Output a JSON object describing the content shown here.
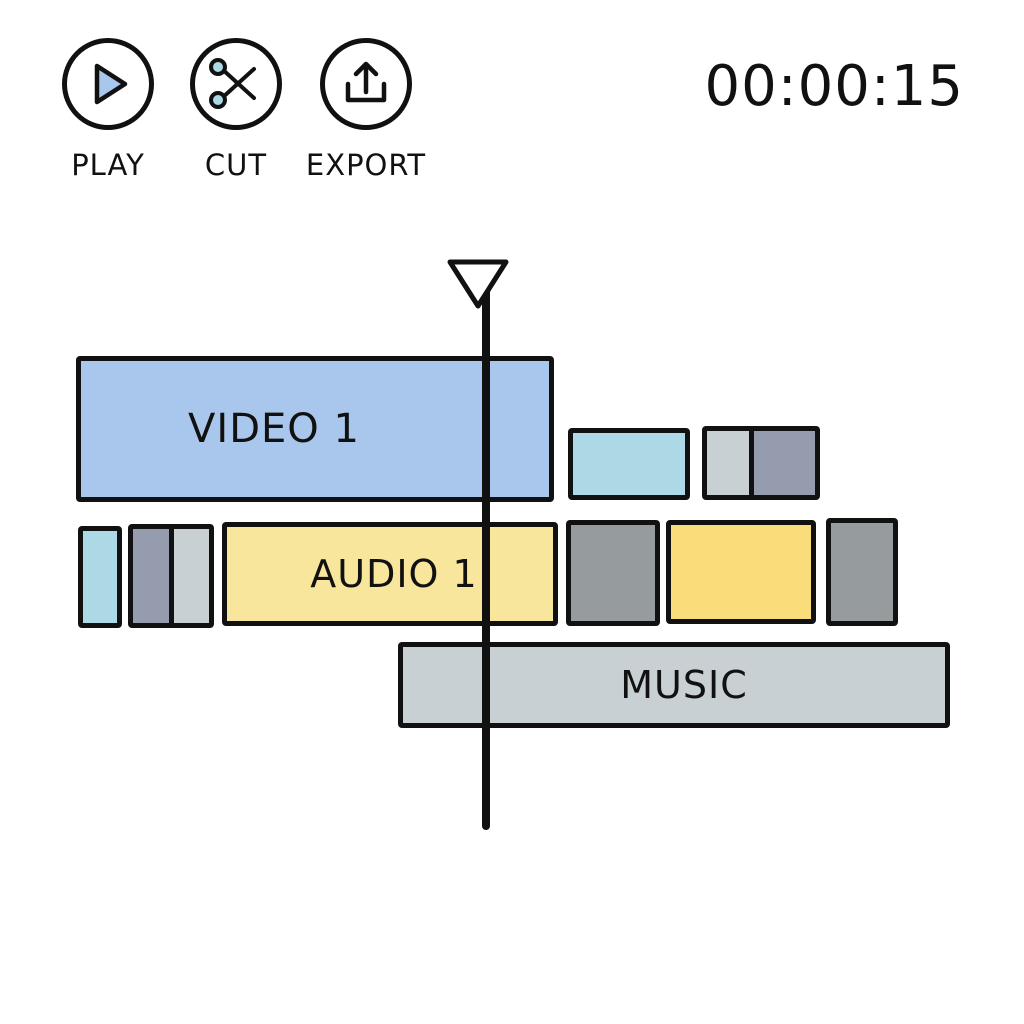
{
  "toolbar": {
    "play": {
      "label": "PLAY",
      "icon": "play-icon"
    },
    "cut": {
      "label": "CUT",
      "icon": "scissors-icon"
    },
    "export": {
      "label": "EXPORT",
      "icon": "export-icon"
    }
  },
  "timecode": "00:00:15",
  "tracks": {
    "video": {
      "main_clip_label": "VIDEO 1",
      "main_clip_color": "#a9c7ec",
      "clip_light_blue_color": "#add9e6",
      "clip_split_colors": [
        "#c8d0d4",
        "#959cae"
      ]
    },
    "audio": {
      "left_small_color": "#add9e6",
      "left_split_colors": [
        "#959cae",
        "#c8d0d4"
      ],
      "main_clip_label": "AUDIO 1",
      "main_clip_color": "#f7e69c",
      "gray_clip_color": "#969c9e",
      "yellow_clip_color": "#f8dd7a",
      "right_gray_clip_color": "#969c9e"
    },
    "music": {
      "clip_label": "MUSIC",
      "clip_color": "#c8d0d4"
    }
  },
  "colors": {
    "stroke": "#111111",
    "background": "#ffffff",
    "play_triangle": "#a9c7ec"
  }
}
